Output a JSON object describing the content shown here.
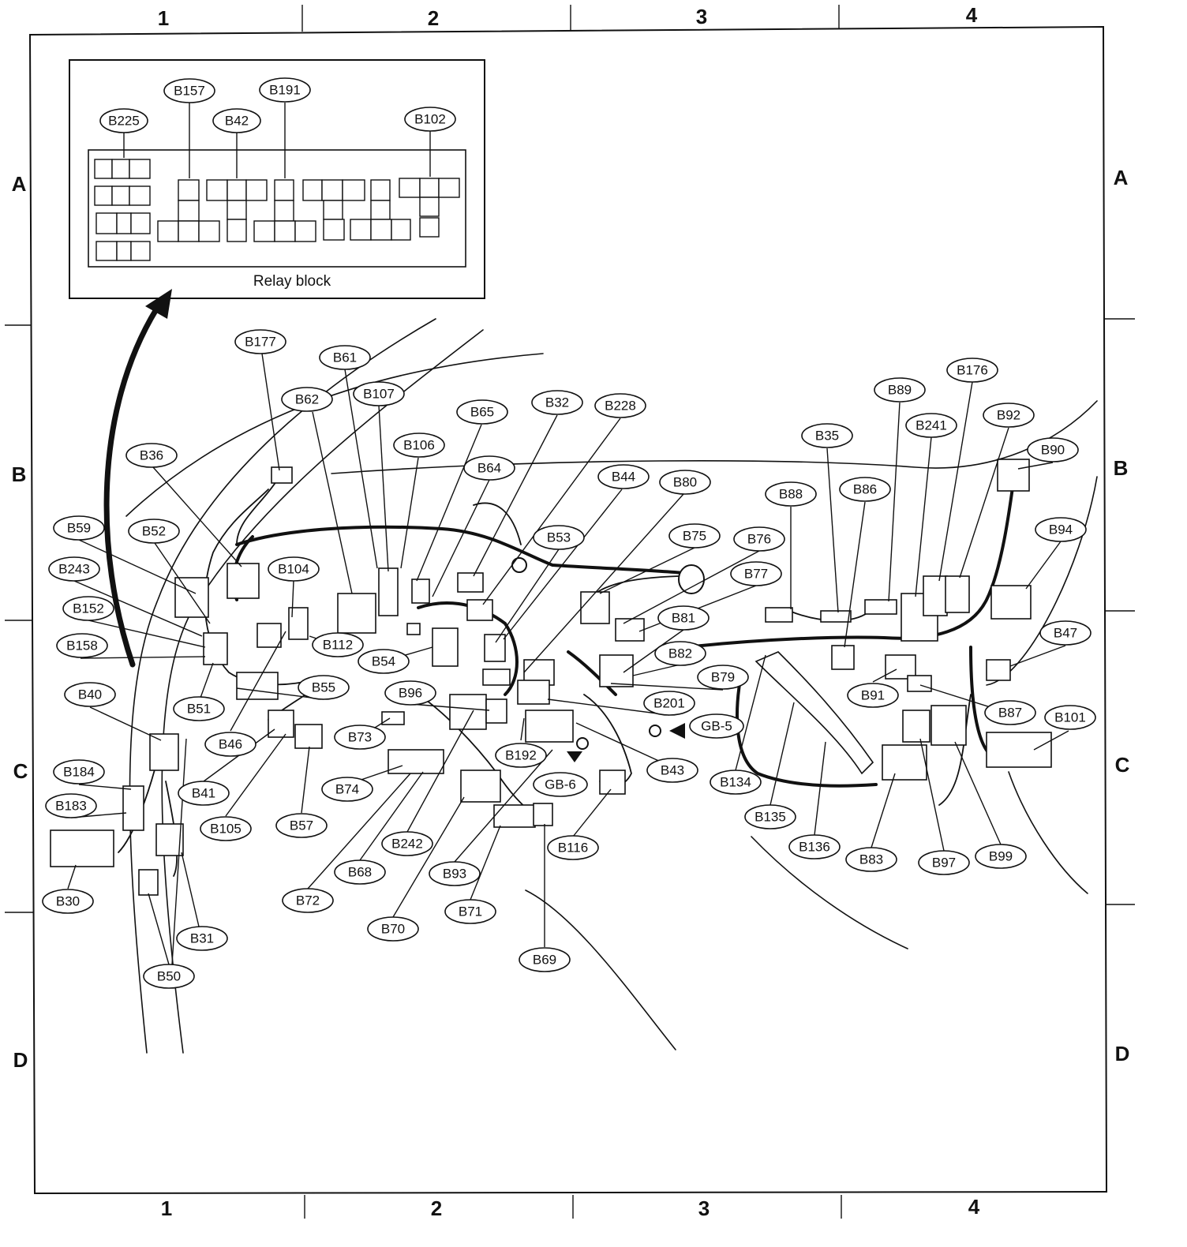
{
  "grid": {
    "columns": [
      "1",
      "2",
      "3",
      "4"
    ],
    "rows": [
      "A",
      "B",
      "C",
      "D"
    ]
  },
  "relay_block": {
    "caption": "Relay block",
    "connectors": [
      "B225",
      "B157",
      "B42",
      "B191",
      "B102"
    ]
  },
  "connectors": [
    "B177",
    "B61",
    "B107",
    "B62",
    "B106",
    "B65",
    "B32",
    "B228",
    "B64",
    "B36",
    "B44",
    "B80",
    "B59",
    "B52",
    "B53",
    "B75",
    "B76",
    "B243",
    "B104",
    "B77",
    "B152",
    "B81",
    "B158",
    "B112",
    "B54",
    "B82",
    "B55",
    "B79",
    "B51",
    "B96",
    "B201",
    "B40",
    "B46",
    "B73",
    "GB-5",
    "B41",
    "B192",
    "B43",
    "B184",
    "B74",
    "GB-6",
    "B183",
    "B105",
    "B57",
    "B242",
    "B116",
    "B30",
    "B68",
    "B93",
    "B72",
    "B71",
    "B70",
    "B31",
    "B69",
    "B50",
    "B88",
    "B35",
    "B86",
    "B89",
    "B176",
    "B241",
    "B92",
    "B90",
    "B94",
    "B47",
    "B91",
    "B87",
    "B101",
    "B134",
    "B135",
    "B136",
    "B83",
    "B97",
    "B99"
  ]
}
